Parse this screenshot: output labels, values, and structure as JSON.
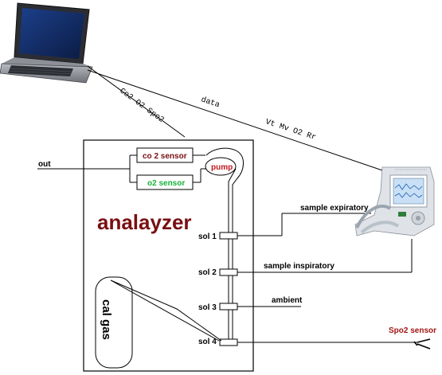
{
  "labels": {
    "out": "out",
    "co2_sensor": "co 2 sensor",
    "o2_sensor": "o2 sensor",
    "pump": "pump",
    "analyzer": "analayzer",
    "cal_gas": "cal gas",
    "sol1": "sol 1",
    "sol2": "sol 2",
    "sol3": "sol 3",
    "sol4": "sol 4",
    "sample_expiratory": "sample expiratory",
    "sample_inspiratory": "sample inspiratory",
    "ambient": "ambient",
    "spo2_sensor": "Spo2 sensor",
    "link_laptop_analyzer": "Co2 O2 Spo2",
    "link_data": "data",
    "link_params": "Vt Mv O2 Rr"
  },
  "colors": {
    "co2": "#7a0f12",
    "o2": "#17b23a",
    "pump": "#c0181e",
    "analyzer": "#7a0f12",
    "spo2": "#a31515"
  }
}
